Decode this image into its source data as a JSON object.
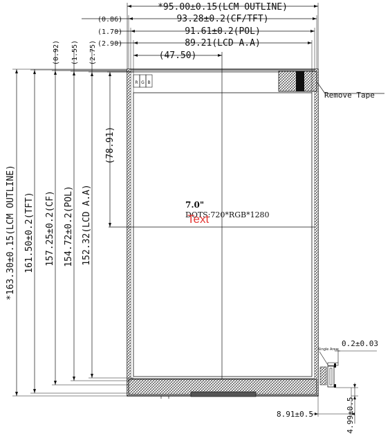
{
  "horizontal_dims": {
    "lcm_outline": "*95.00±0.15(LCM OUTLINE)",
    "cf_tft": "93.28±0.2(CF/TFT)",
    "pol": "91.61±0.2(POL)",
    "lcd_aa": "89.21(LCD A.A)",
    "center": "(47.50)",
    "offset_1": "(0.86)",
    "offset_2": "(1.70)",
    "offset_3": "(2.90)"
  },
  "vertical_dims": {
    "lcm_outline": "*163.30±0.15(LCM OUTLINE)",
    "tft": "161.50±0.2(TFT)",
    "cf": "157.25±0.2(CF)",
    "pol": "154.72±0.2(POL)",
    "lcd_aa": "152.32(LCD A.A)",
    "center": "(78.91)",
    "offset_1": "(0.92)",
    "offset_2": "(1.55)",
    "offset_3": "(2.75)"
  },
  "notes": {
    "remove_tape": "Remove Tape",
    "size": "7.0\"",
    "dots": "DOTS:720*RGB*1280",
    "overlay_text": "Text",
    "single_area": "Single Area",
    "thickness": "0.2±0.03",
    "fpc_offset": "8.91±0.5",
    "fpc_height": "4.99±0.5"
  },
  "rgb": [
    "R",
    "G",
    "B"
  ],
  "colors": {
    "line": "#111111",
    "overlay_text": "#e53935"
  }
}
